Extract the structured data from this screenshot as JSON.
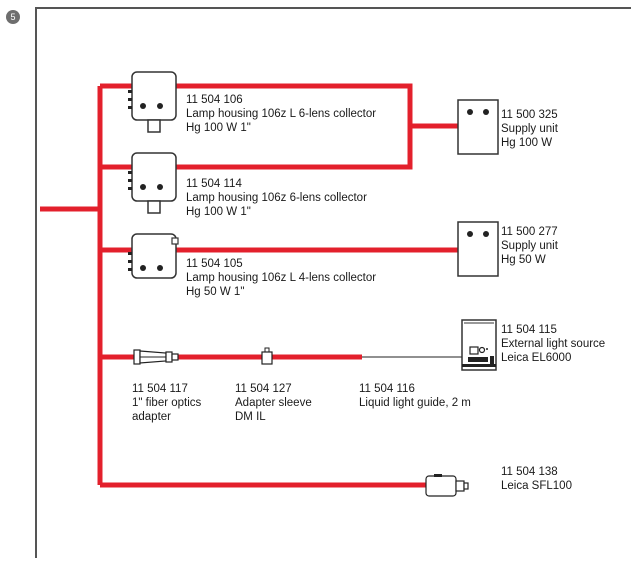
{
  "figure_number": "5",
  "colors": {
    "fiber": "#e3202c",
    "frame": "#555555",
    "device": "#333333"
  },
  "components": [
    {
      "id": "lamp-106l",
      "lines": [
        "11 504 106",
        "Lamp housing 106z L 6-lens collector",
        "Hg 100 W 1\""
      ],
      "icon": "lamp-housing-icon"
    },
    {
      "id": "lamp-106",
      "lines": [
        "11 504 114",
        "Lamp housing 106z 6-lens collector",
        "Hg 100 W 1\""
      ],
      "icon": "lamp-housing-icon"
    },
    {
      "id": "lamp-106l-4",
      "lines": [
        "11 504 105",
        "Lamp housing 106z L 4-lens collector",
        "Hg 50 W 1\""
      ],
      "icon": "lamp-housing-icon"
    },
    {
      "id": "supply-100",
      "lines": [
        "11 500 325",
        "Supply unit",
        "Hg 100 W"
      ],
      "icon": "supply-unit-icon"
    },
    {
      "id": "supply-50",
      "lines": [
        "11 500 277",
        "Supply unit",
        "Hg 50 W"
      ],
      "icon": "supply-unit-icon"
    },
    {
      "id": "ext-source",
      "lines": [
        "11 504 115",
        "External light source",
        "Leica EL6000"
      ],
      "icon": "external-light-source-icon"
    },
    {
      "id": "fiber-adapter",
      "lines": [
        "11 504 117",
        "1\" fiber optics",
        "adapter"
      ],
      "icon": "fiber-adapter-icon"
    },
    {
      "id": "adapter-sleeve",
      "lines": [
        "11 504 127",
        "Adapter sleeve",
        "DM IL"
      ],
      "icon": "adapter-sleeve-icon"
    },
    {
      "id": "light-guide",
      "lines": [
        "11 504 116",
        "Liquid light guide, 2 m"
      ],
      "icon": ""
    },
    {
      "id": "sfl100",
      "lines": [
        "11 504 138",
        "Leica SFL100"
      ],
      "icon": "sfl100-icon"
    }
  ]
}
